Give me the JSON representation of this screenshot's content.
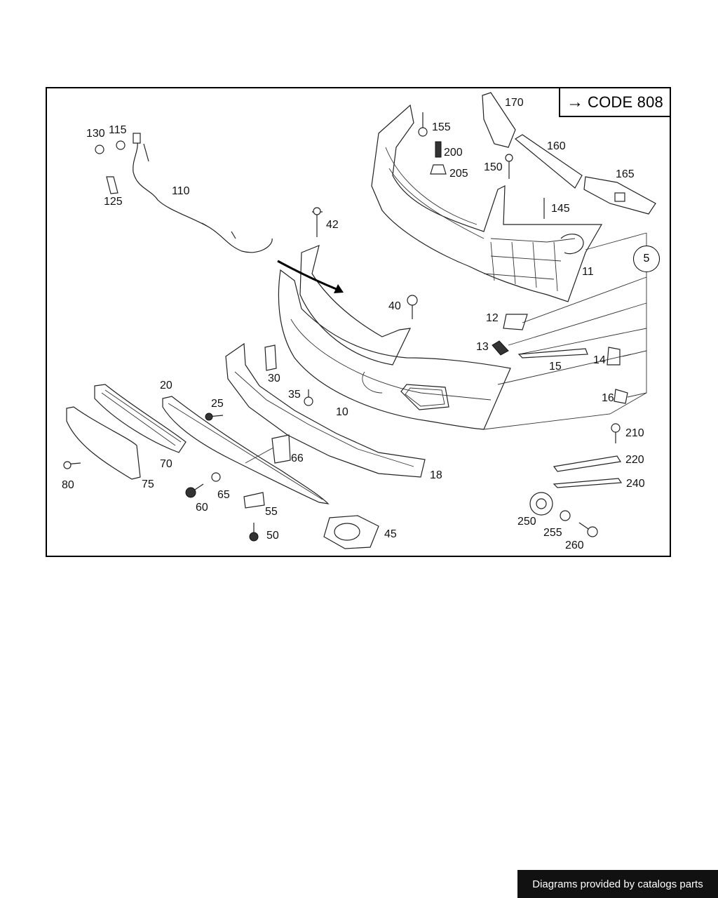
{
  "code_box": {
    "arrow": "→",
    "text": "CODE 808"
  },
  "reference_group": "5",
  "callouts": [
    {
      "id": "10",
      "label": "10"
    },
    {
      "id": "11",
      "label": "11"
    },
    {
      "id": "12",
      "label": "12"
    },
    {
      "id": "13",
      "label": "13"
    },
    {
      "id": "14",
      "label": "14"
    },
    {
      "id": "15",
      "label": "15"
    },
    {
      "id": "16",
      "label": "16"
    },
    {
      "id": "18",
      "label": "18"
    },
    {
      "id": "20",
      "label": "20"
    },
    {
      "id": "25",
      "label": "25"
    },
    {
      "id": "30",
      "label": "30"
    },
    {
      "id": "35",
      "label": "35"
    },
    {
      "id": "40",
      "label": "40"
    },
    {
      "id": "42",
      "label": "42"
    },
    {
      "id": "45",
      "label": "45"
    },
    {
      "id": "50",
      "label": "50"
    },
    {
      "id": "55",
      "label": "55"
    },
    {
      "id": "60",
      "label": "60"
    },
    {
      "id": "65",
      "label": "65"
    },
    {
      "id": "66",
      "label": "66"
    },
    {
      "id": "70",
      "label": "70"
    },
    {
      "id": "75",
      "label": "75"
    },
    {
      "id": "80",
      "label": "80"
    },
    {
      "id": "110",
      "label": "110"
    },
    {
      "id": "115",
      "label": "115"
    },
    {
      "id": "125",
      "label": "125"
    },
    {
      "id": "130",
      "label": "130"
    },
    {
      "id": "145",
      "label": "145"
    },
    {
      "id": "150",
      "label": "150"
    },
    {
      "id": "155",
      "label": "155"
    },
    {
      "id": "160",
      "label": "160"
    },
    {
      "id": "165",
      "label": "165"
    },
    {
      "id": "170",
      "label": "170"
    },
    {
      "id": "200",
      "label": "200"
    },
    {
      "id": "205",
      "label": "205"
    },
    {
      "id": "210",
      "label": "210"
    },
    {
      "id": "220",
      "label": "220"
    },
    {
      "id": "240",
      "label": "240"
    },
    {
      "id": "250",
      "label": "250"
    },
    {
      "id": "255",
      "label": "255"
    },
    {
      "id": "260",
      "label": "260"
    }
  ],
  "footer": {
    "text": "Diagrams provided by catalogs parts"
  }
}
